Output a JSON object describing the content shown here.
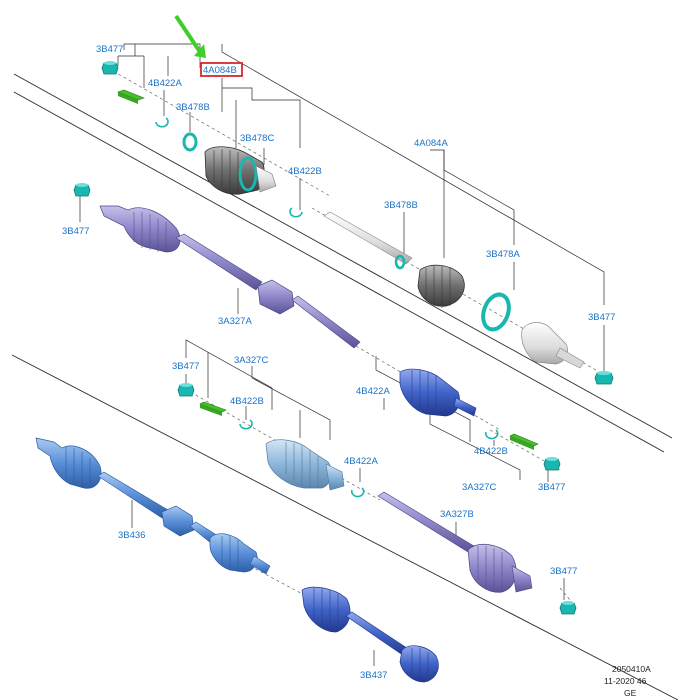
{
  "labels": {
    "3B477_top": "3B477",
    "4B422A_top": "4B422A",
    "3B478B_top": "3B478B",
    "highlighted_part": "4A084B",
    "3B478C": "3B478C",
    "4B422B_top": "4B422B",
    "4A084A": "4A084A",
    "3B478B_right": "3B478B",
    "3B478A": "3B478A",
    "3B477_right": "3B477",
    "3B477_left": "3B477",
    "3A327A": "3A327A",
    "3B477_mid": "3B477",
    "3A327C_mid": "3A327C",
    "4B422B_mid": "4B422B",
    "4B422A_mid": "4B422A",
    "4B422A_center": "4B422A",
    "4B422B_lower": "4B422B",
    "3B477_lower": "3B477",
    "3A327C_lower": "3A327C",
    "3A327B": "3A327B",
    "3B436": "3B436",
    "3B477_bottom": "3B477",
    "3B437": "3B437"
  },
  "footer": {
    "code": "2050410A",
    "date": "11-2020 46",
    "region": "GE"
  },
  "colors": {
    "label": "#1a73c8",
    "highlight_box": "#d7262e",
    "arrow": "#3ecf2a",
    "shaft_purple": "#8c86c8",
    "shaft_blue": "#5a8fd8",
    "shaft_lightblue": "#8eb6da",
    "shaft_royal": "#3f63c8",
    "teal_part": "#19b7b0",
    "green_part": "#45c02a",
    "joint_gray": "#6f6f6f"
  },
  "icons": [
    "pointer-arrow-icon"
  ]
}
